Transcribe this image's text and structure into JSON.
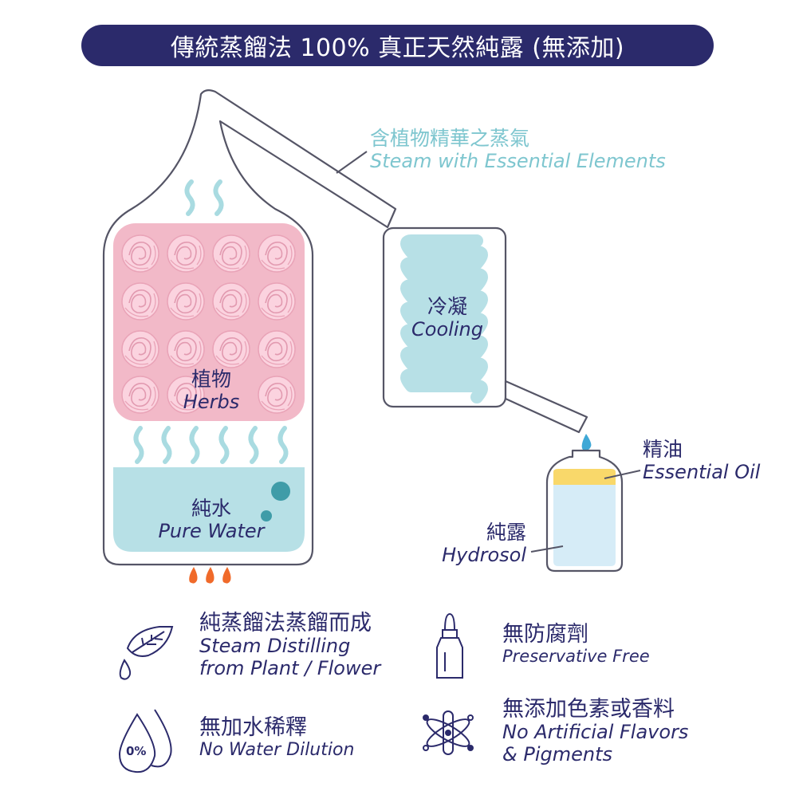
{
  "banner": {
    "title": "傳統蒸餾法 100% 真正天然純露 (無添加)"
  },
  "diagram": {
    "steam": {
      "zh": "含植物精華之蒸氣",
      "en": "Steam with Essential Elements"
    },
    "cooling": {
      "zh": "冷凝",
      "en": "Cooling"
    },
    "herbs": {
      "zh": "植物",
      "en": "Herbs"
    },
    "water": {
      "zh": "純水",
      "en": "Pure Water"
    },
    "oil": {
      "zh": "精油",
      "en": "Essential Oil"
    },
    "hydrosol": {
      "zh": "純露",
      "en": "Hydrosol"
    }
  },
  "features": [
    {
      "icon": "leaf-drop-icon",
      "zh": "純蒸餾法蒸餾而成",
      "en_line1": "Steam Distilling",
      "en_line2": "from Plant / Flower"
    },
    {
      "icon": "dropper-bottle-icon",
      "zh": "無防腐劑",
      "en_line1": "Preservative Free"
    },
    {
      "icon": "water-drops-icon",
      "badge": "0%",
      "zh": "無加水稀釋",
      "en_line1": "No Water Dilution"
    },
    {
      "icon": "molecule-icon",
      "zh": "無添加色素或香料",
      "en_line1": "No Artificial Flavors",
      "en_line2": "& Pigments"
    }
  ],
  "colors": {
    "navy": "#2b2a6b",
    "teal": "#7ec6cf",
    "herbs_fill": "#f2b9c8",
    "water_fill": "#b7e0e6",
    "oil_fill": "#f9d86a",
    "hydrosol_fill": "#d6ecf7",
    "flame": "#f06a2a"
  }
}
